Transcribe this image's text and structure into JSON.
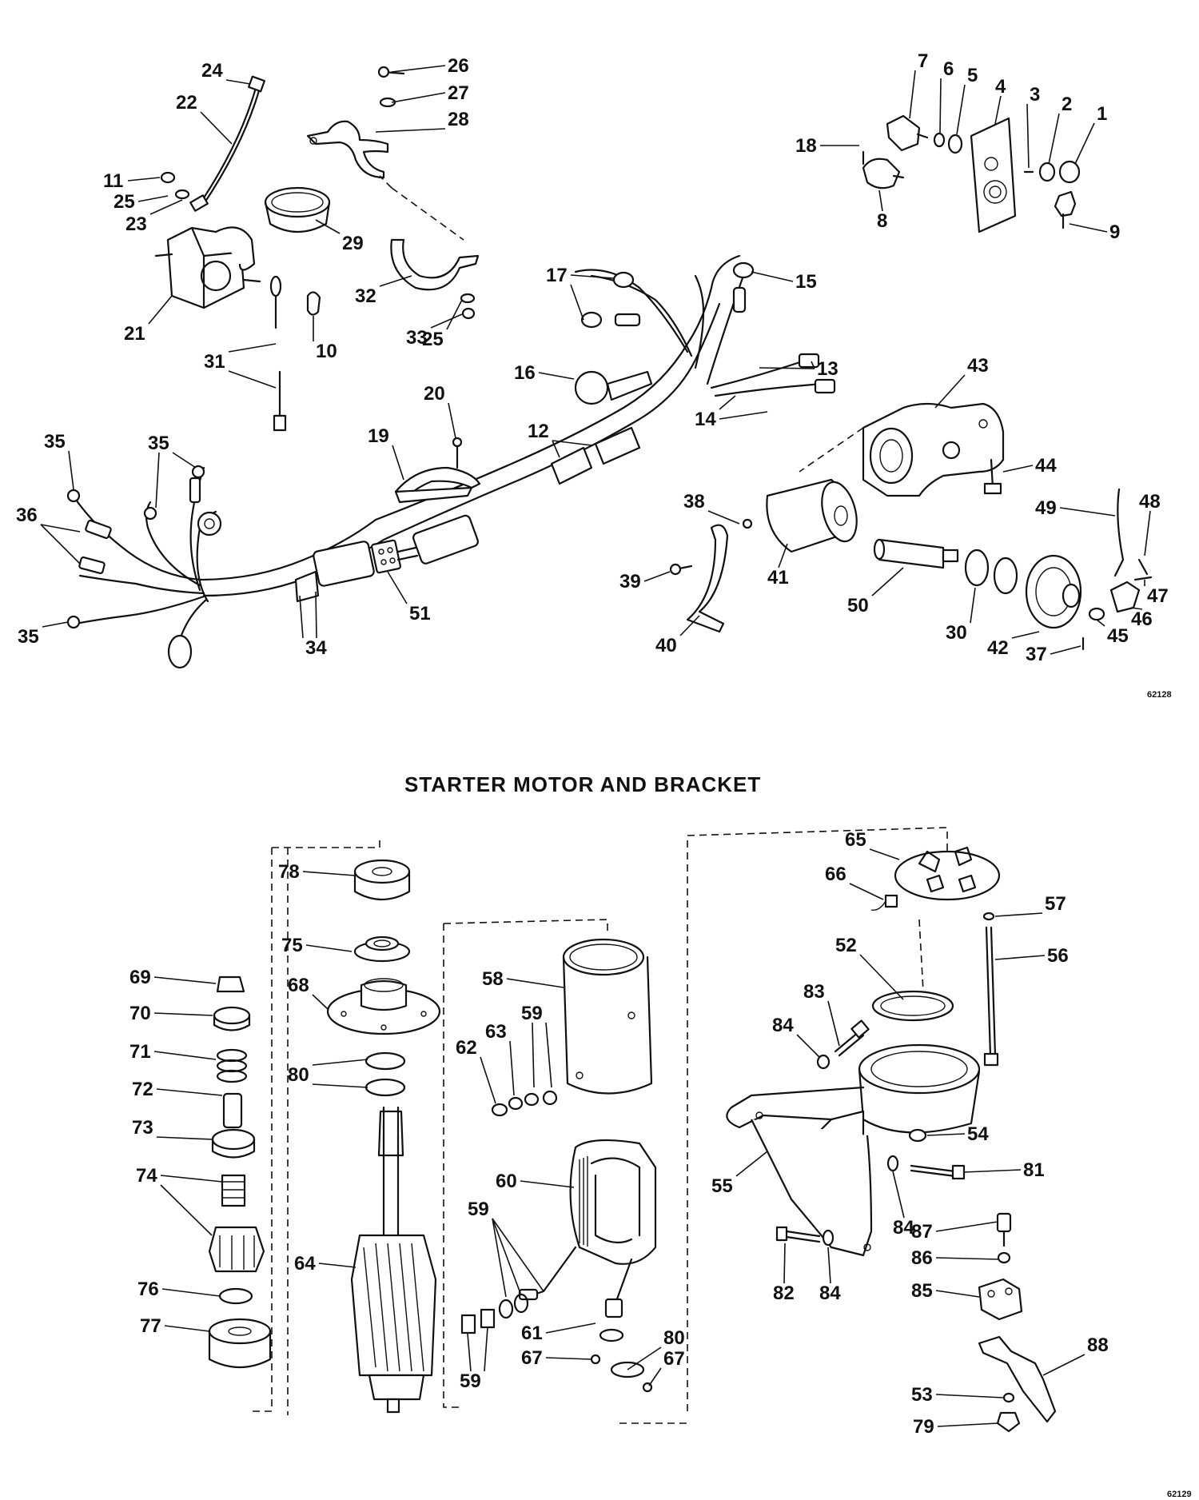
{
  "section_title": "STARTER MOTOR AND BRACKET",
  "figure_refs": {
    "top": "62128",
    "bottom": "62129"
  },
  "callouts_top": [
    "1",
    "2",
    "3",
    "4",
    "5",
    "6",
    "7",
    "8",
    "9",
    "10",
    "11",
    "12",
    "13",
    "14",
    "15",
    "16",
    "17",
    "18",
    "19",
    "20",
    "21",
    "22",
    "23",
    "24",
    "25",
    "25",
    "26",
    "27",
    "28",
    "29",
    "30",
    "31",
    "32",
    "33",
    "34",
    "35",
    "35",
    "35",
    "36",
    "37",
    "38",
    "39",
    "40",
    "41",
    "42",
    "43",
    "44",
    "45",
    "46",
    "47",
    "48",
    "49",
    "50",
    "51"
  ],
  "callouts_bottom": [
    "52",
    "53",
    "54",
    "55",
    "56",
    "57",
    "58",
    "59",
    "59",
    "59",
    "60",
    "61",
    "62",
    "63",
    "64",
    "65",
    "66",
    "67",
    "67",
    "68",
    "69",
    "70",
    "71",
    "72",
    "73",
    "74",
    "75",
    "76",
    "77",
    "78",
    "79",
    "80",
    "80",
    "81",
    "82",
    "83",
    "84",
    "84",
    "84",
    "85",
    "86",
    "87",
    "88"
  ]
}
